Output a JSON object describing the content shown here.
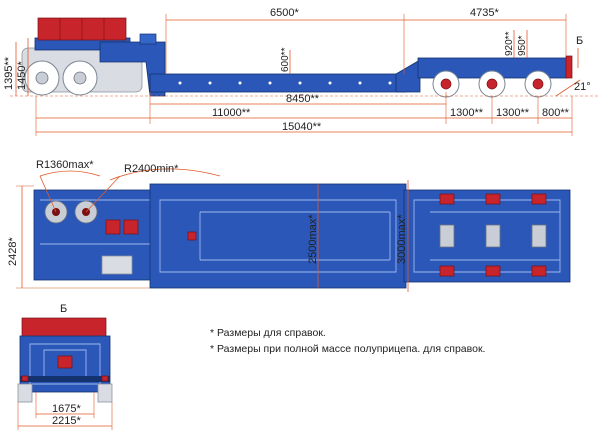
{
  "colors": {
    "frame": "#2a57b8",
    "accent_red": "#c8242c",
    "dimension_line": "#e05a2a",
    "tractor": "#d9dce2"
  },
  "side_view": {
    "dims": {
      "d6500": "6500*",
      "d4735": "4735*",
      "d1395": "1395**",
      "d1450": "1450*",
      "d600": "600**",
      "d920": "920**",
      "d950": "950*",
      "d8450": "8450**",
      "d11000": "11000**",
      "d15040": "15040**",
      "d1300a": "1300**",
      "d1300b": "1300**",
      "d800": "800**",
      "angle": "21°",
      "view_mark": "Б"
    }
  },
  "top_view": {
    "dims": {
      "r1360": "R1360max*",
      "r2400": "R2400min*",
      "d2428": "2428*",
      "d2500": "2500max*",
      "d3000": "3000max*"
    }
  },
  "rear_view": {
    "title": "Б",
    "dims": {
      "d1675": "1675*",
      "d2215": "2215*"
    }
  },
  "notes": {
    "note1": "* Размеры для справок.",
    "note2": "* Размеры при полной массе полуприцепа. для справок."
  }
}
